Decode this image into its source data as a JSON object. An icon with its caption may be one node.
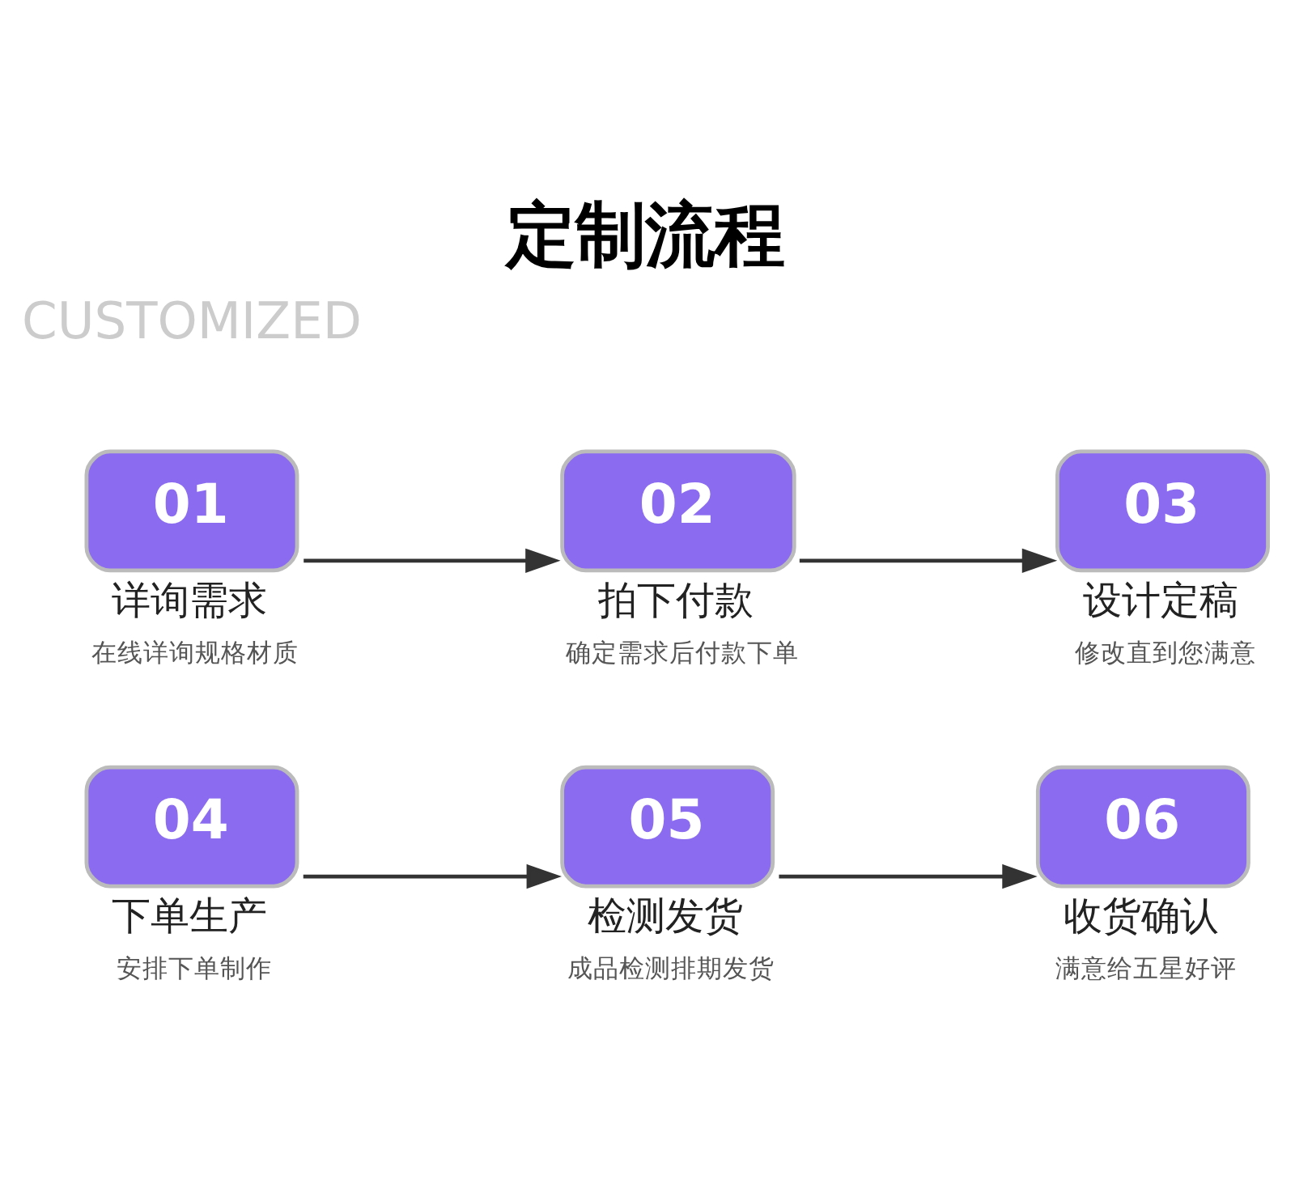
{
  "diagram": {
    "title": "定制流程",
    "nodes": [
      {
        "text": [
          "01",
          "详询需求",
          "在线详询规格材质"
        ]
      },
      {
        "text": [
          "02",
          "拍下付款",
          "确定需求后付款下单"
        ]
      },
      {
        "text": [
          "03",
          "设计定稿",
          "修改直到您满意"
        ]
      },
      {
        "text": [
          "04",
          "下单生产",
          "安排下单制作"
        ]
      },
      {
        "text": [
          "05",
          "检测发货",
          "成品检测排期发货"
        ]
      },
      {
        "text": [
          "06",
          "收货确认",
          "满意给五星好评"
        ]
      }
    ],
    "edges": [
      {
        "from": 0,
        "to": 1,
        "arrow": "to"
      },
      {
        "from": 1,
        "to": 2,
        "arrow": "to"
      },
      {
        "from": 3,
        "to": 4,
        "arrow": "to"
      },
      {
        "from": 4,
        "to": 5,
        "arrow": "to"
      }
    ],
    "labels": [
      "CUSTOMIZED"
    ]
  }
}
